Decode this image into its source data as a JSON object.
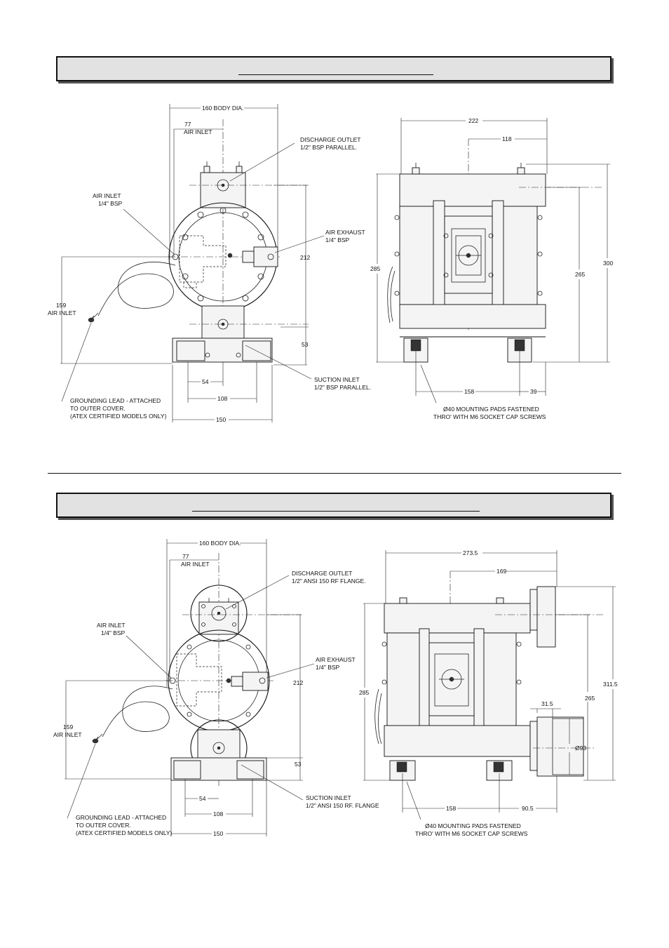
{
  "section1": {
    "title": "",
    "front": {
      "body_dia": "160 BODY DIA.",
      "air_inlet_77": [
        "77",
        "AIR INLET"
      ],
      "discharge": [
        "DISCHARGE OUTLET",
        "1/2\" BSP PARALLEL."
      ],
      "air_inlet_bsp": [
        "AIR INLET",
        "1/4\" BSP"
      ],
      "air_exhaust": [
        "AIR EXHAUST",
        "1/4\" BSP"
      ],
      "dim_212": "212",
      "air_inlet_159": [
        "159",
        "AIR INLET"
      ],
      "dim_53": "53",
      "suction": [
        "SUCTION INLET",
        "1/2\" BSP PARALLEL."
      ],
      "dim_54": "54",
      "dim_108": "108",
      "dim_150": "150",
      "grounding": [
        "GROUNDING LEAD - ATTACHED",
        "TO OUTER COVER.",
        "(ATEX CERTIFIED MODELS ONLY)"
      ]
    },
    "side": {
      "dim_222": "222",
      "dim_118": "118",
      "dim_285": "285",
      "dim_265": "265",
      "dim_300": "300",
      "dim_158": "158",
      "dim_39": "39",
      "pads": [
        "Ø40 MOUNTING PADS FASTENED",
        "THRO' WITH M6 SOCKET CAP SCREWS"
      ]
    }
  },
  "section2": {
    "title": "",
    "front": {
      "body_dia": "160 BODY DIA.",
      "air_inlet_77": [
        "77",
        "AIR INLET"
      ],
      "discharge": [
        "DISCHARGE OUTLET",
        "1/2\" ANSI 150 RF FLANGE."
      ],
      "air_inlet_bsp": [
        "AIR INLET",
        "1/4\" BSP"
      ],
      "air_exhaust": [
        "AIR EXHAUST",
        "1/4\" BSP"
      ],
      "dim_212": "212",
      "air_inlet_159": [
        "159",
        "AIR INLET"
      ],
      "dim_53": "53",
      "suction": [
        "SUCTION INLET",
        "1/2\" ANSI 150 RF. FLANGE"
      ],
      "dim_54": "54",
      "dim_108": "108",
      "dim_150": "150",
      "grounding": [
        "GROUNDING LEAD - ATTACHED",
        "TO OUTER COVER.",
        "(ATEX CERTIFIED MODELS ONLY)"
      ]
    },
    "side": {
      "dim_273": "273.5",
      "dim_169": "169",
      "dim_285": "285",
      "dim_265": "265",
      "dim_311": "311.5",
      "dim_31": "31.5",
      "dim_93": "Ø93",
      "dim_158": "158",
      "dim_90": "90.5",
      "pads": [
        "Ø40 MOUNTING PADS FASTENED",
        "THRO' WITH M6 SOCKET CAP SCREWS"
      ]
    }
  }
}
